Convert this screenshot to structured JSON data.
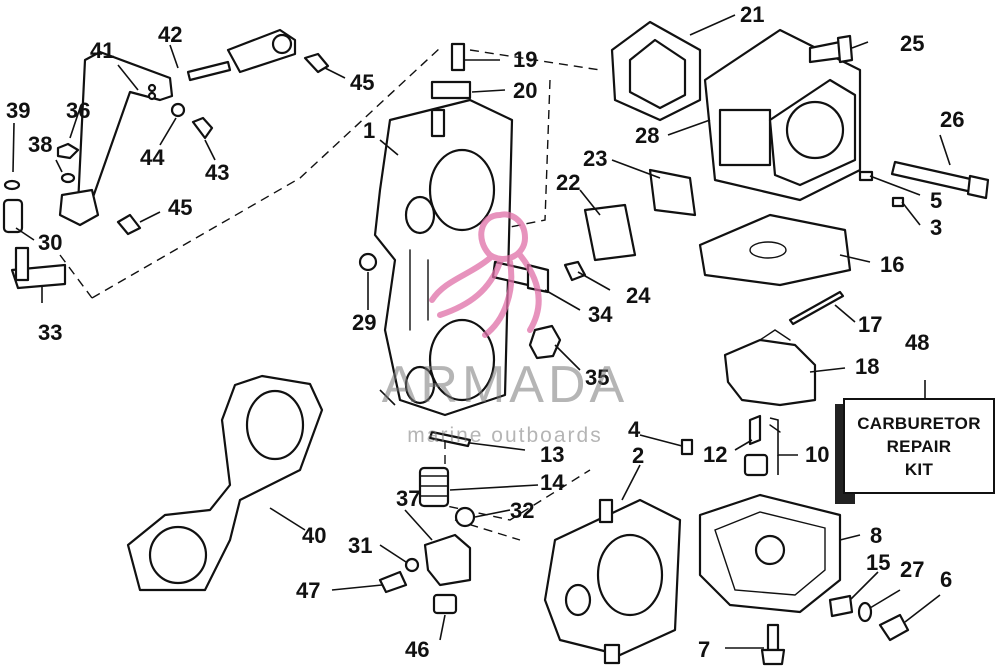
{
  "callouts": [
    "1",
    "2",
    "3",
    "4",
    "5",
    "6",
    "7",
    "8",
    "10",
    "12",
    "13",
    "14",
    "15",
    "16",
    "17",
    "18",
    "19",
    "20",
    "21",
    "22",
    "23",
    "24",
    "25",
    "26",
    "27",
    "28",
    "29",
    "30",
    "31",
    "32",
    "33",
    "34",
    "35",
    "36",
    "37",
    "38",
    "39",
    "40",
    "41",
    "42",
    "43",
    "44",
    "45",
    "45",
    "46",
    "47",
    "48"
  ],
  "kit_box": {
    "line1": "CARBURETOR",
    "line2": "REPAIR",
    "line3": "KIT"
  },
  "watermark": {
    "brand": "ARMADA",
    "subtitle": "marine outboards",
    "logo": "octopus-logo"
  },
  "colors": {
    "line": "#111111",
    "background": "#ffffff",
    "watermark_gray": "#8a8a8a",
    "watermark_pink": "#e070a8"
  }
}
